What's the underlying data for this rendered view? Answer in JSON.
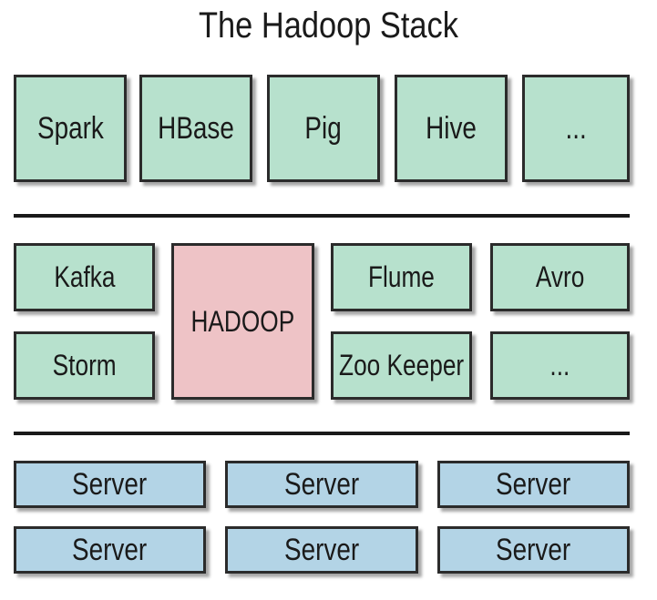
{
  "diagram": {
    "title": "The Hadoop Stack",
    "top_tier": [
      "Spark",
      "HBase",
      "Pig",
      "Hive",
      "..."
    ],
    "middle_tier": {
      "core": "HADOOP",
      "left": [
        "Kafka",
        "Storm"
      ],
      "right_top": [
        "Flume",
        "Avro"
      ],
      "right_bottom": [
        "Zoo Keeper",
        "..."
      ]
    },
    "bottom_tier": [
      [
        "Server",
        "Server",
        "Server"
      ],
      [
        "Server",
        "Server",
        "Server"
      ]
    ],
    "colors": {
      "tool_box": "#b7e1cd",
      "core_box": "#eec3c6",
      "server_box": "#b3d4e6",
      "border": "#2b2b2b"
    }
  }
}
